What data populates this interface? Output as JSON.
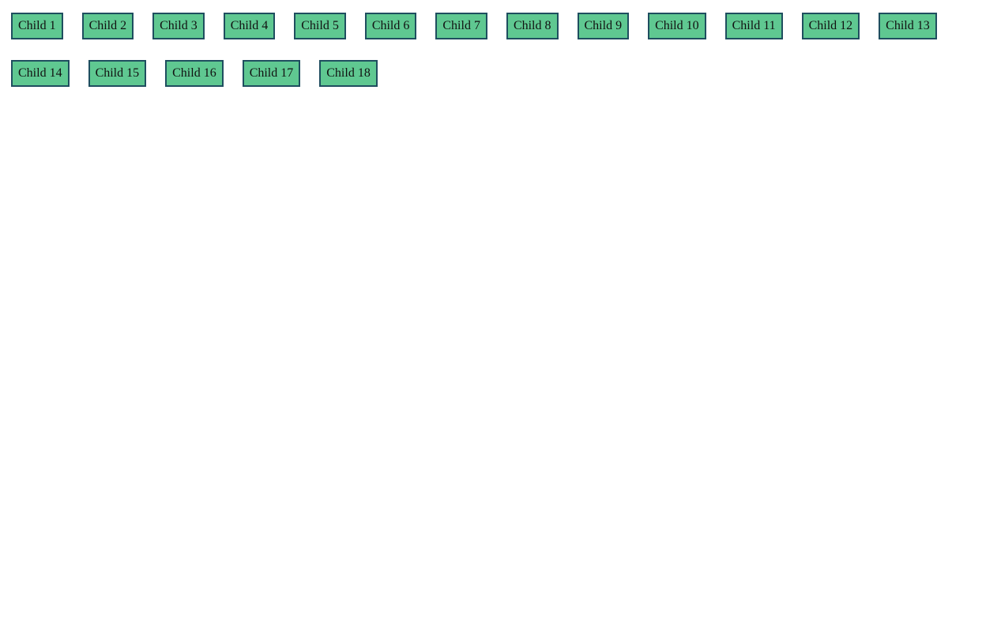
{
  "page": {
    "background_color": "#ffffff"
  },
  "box_style": {
    "background_color": "#5fc891",
    "border_color": "#1f4e5f",
    "text_color": "#111111"
  },
  "children": [
    "Child 1",
    "Child 2",
    "Child 3",
    "Child 4",
    "Child 5",
    "Child 6",
    "Child 7",
    "Child 8",
    "Child 9",
    "Child 10",
    "Child 11",
    "Child 12",
    "Child 13",
    "Child 14",
    "Child 15",
    "Child 16",
    "Child 17",
    "Child 18"
  ]
}
